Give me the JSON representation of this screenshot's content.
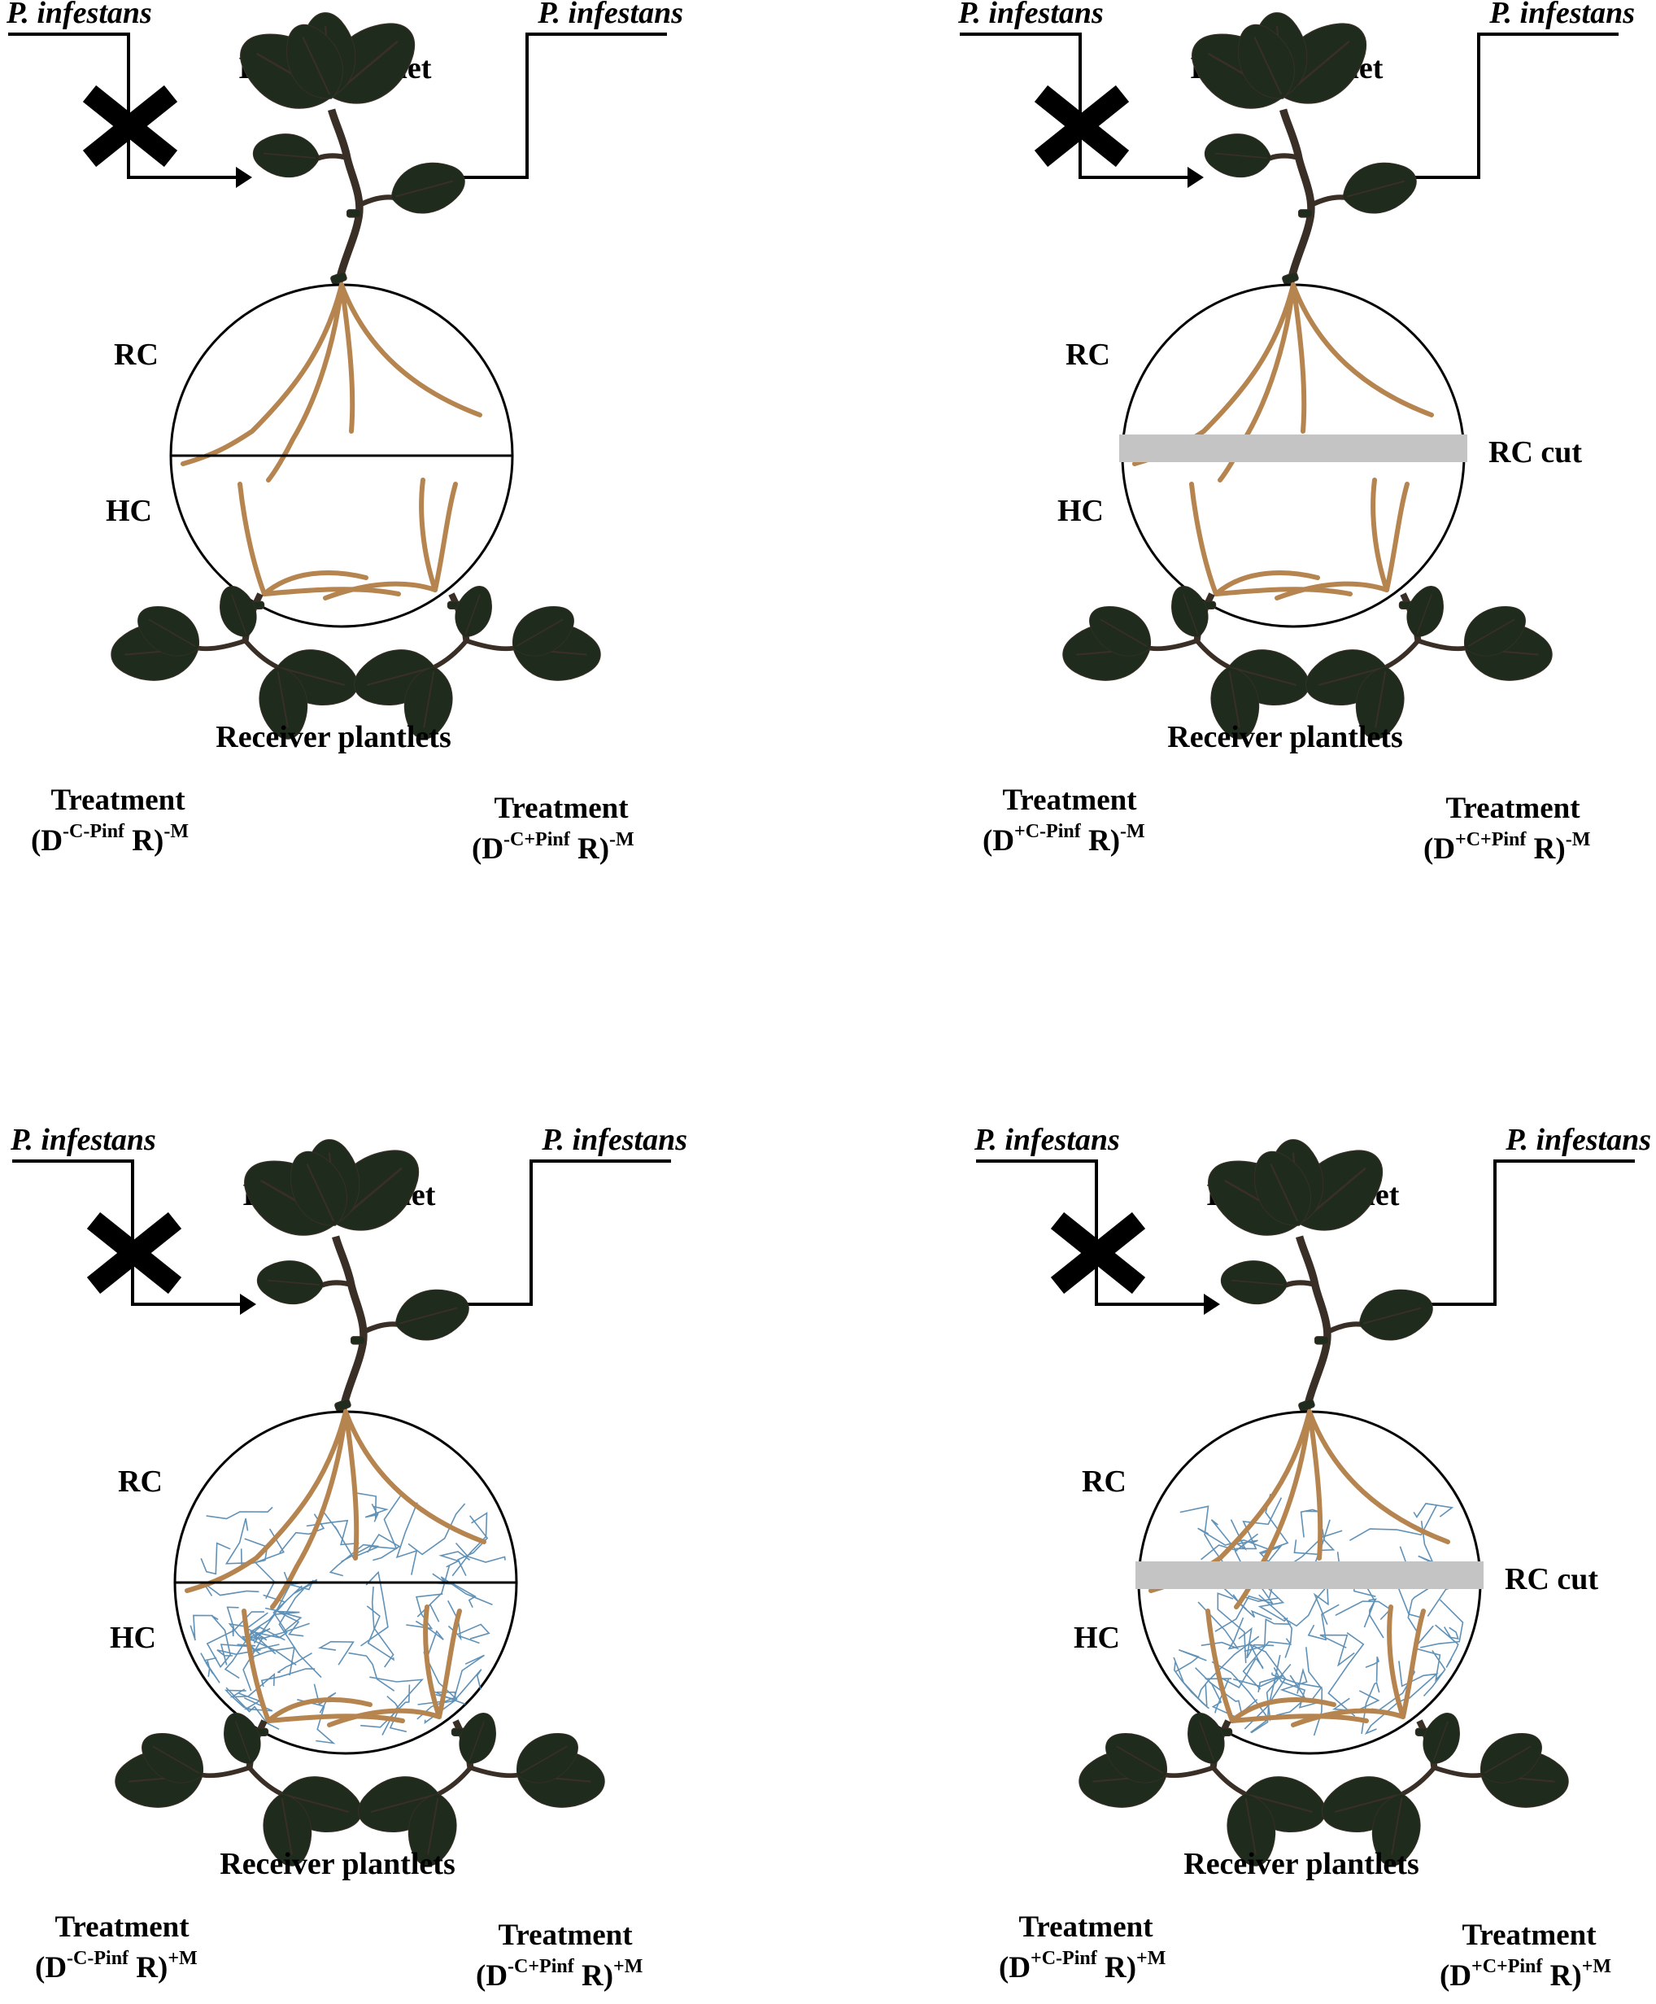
{
  "labels": {
    "pathogen": "P. infestans",
    "donor": "Donor plantlet",
    "receivers": "Receiver plantlets",
    "root_compartment": "RC",
    "hyphal_compartment": "HC",
    "rc_cut": "RC cut",
    "treatment_word": "Treatment"
  },
  "panels": [
    {
      "id": "top-left",
      "rc_cut": false,
      "mycorrhiza": false,
      "treatments": [
        {
          "open": "(D",
          "sup1": "-C-Pinf",
          "close": " R)",
          "sup2": "-M"
        },
        {
          "open": "(D",
          "sup1": "-C+Pinf",
          "close": " R)",
          "sup2": "-M"
        }
      ]
    },
    {
      "id": "top-right",
      "rc_cut": true,
      "mycorrhiza": false,
      "treatments": [
        {
          "open": "(D",
          "sup1": "+C-Pinf",
          "close": " R)",
          "sup2": "-M"
        },
        {
          "open": "(D",
          "sup1": "+C+Pinf",
          "close": " R)",
          "sup2": "-M"
        }
      ]
    },
    {
      "id": "bottom-left",
      "rc_cut": false,
      "mycorrhiza": true,
      "treatments": [
        {
          "open": "(D",
          "sup1": "-C-Pinf",
          "close": " R)",
          "sup2": "+M"
        },
        {
          "open": "(D",
          "sup1": "-C+Pinf",
          "close": " R)",
          "sup2": "+M"
        }
      ]
    },
    {
      "id": "bottom-right",
      "rc_cut": true,
      "mycorrhiza": true,
      "treatments": [
        {
          "open": "(D",
          "sup1": "+C-Pinf",
          "close": " R)",
          "sup2": "+M"
        },
        {
          "open": "(D",
          "sup1": "+C+Pinf",
          "close": " R)",
          "sup2": "+M"
        }
      ]
    }
  ],
  "colors": {
    "root": "#b5844f",
    "hyphae": "#4f86b0",
    "leaf": "#1e2b1d",
    "leaf_vein": "#3d5038",
    "stem": "#3a2f26",
    "cut_bar": "#c4c4c4",
    "line": "#000000"
  },
  "icons": {
    "block_mark": "cross-icon",
    "arrow": "arrow-right-icon"
  }
}
